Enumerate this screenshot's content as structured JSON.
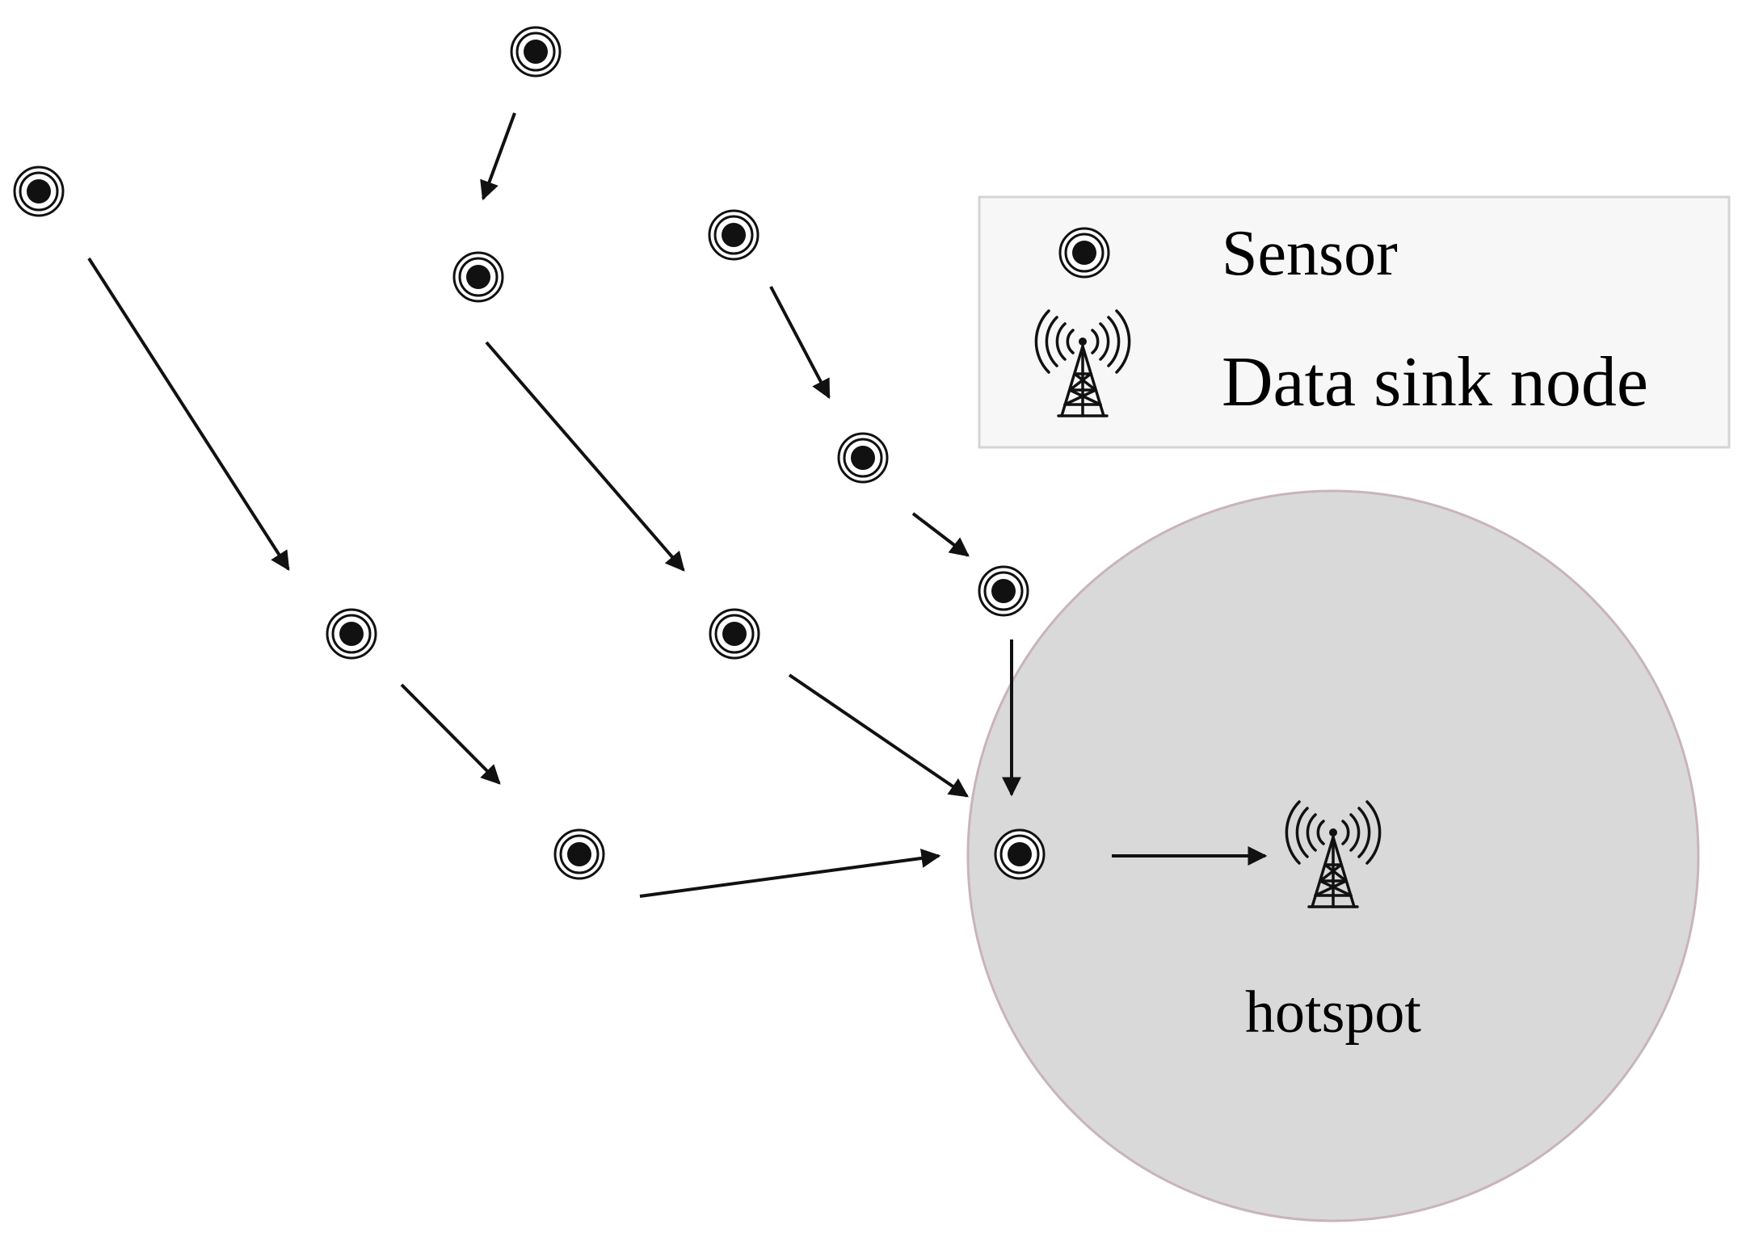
{
  "legend": {
    "items": [
      {
        "icon": "sensor-icon",
        "label": "Sensor"
      },
      {
        "icon": "antenna-tower-icon",
        "label": "Data sink node"
      }
    ]
  },
  "hotspot": {
    "label": "hotspot"
  },
  "colors": {
    "background": "#ffffff",
    "hotspot_fill": "#d9d9d9",
    "hotspot_stroke": "#c9b4b8",
    "legend_fill": "#f7f7f7",
    "legend_stroke": "#d4d4d4",
    "ink": "#111111"
  }
}
